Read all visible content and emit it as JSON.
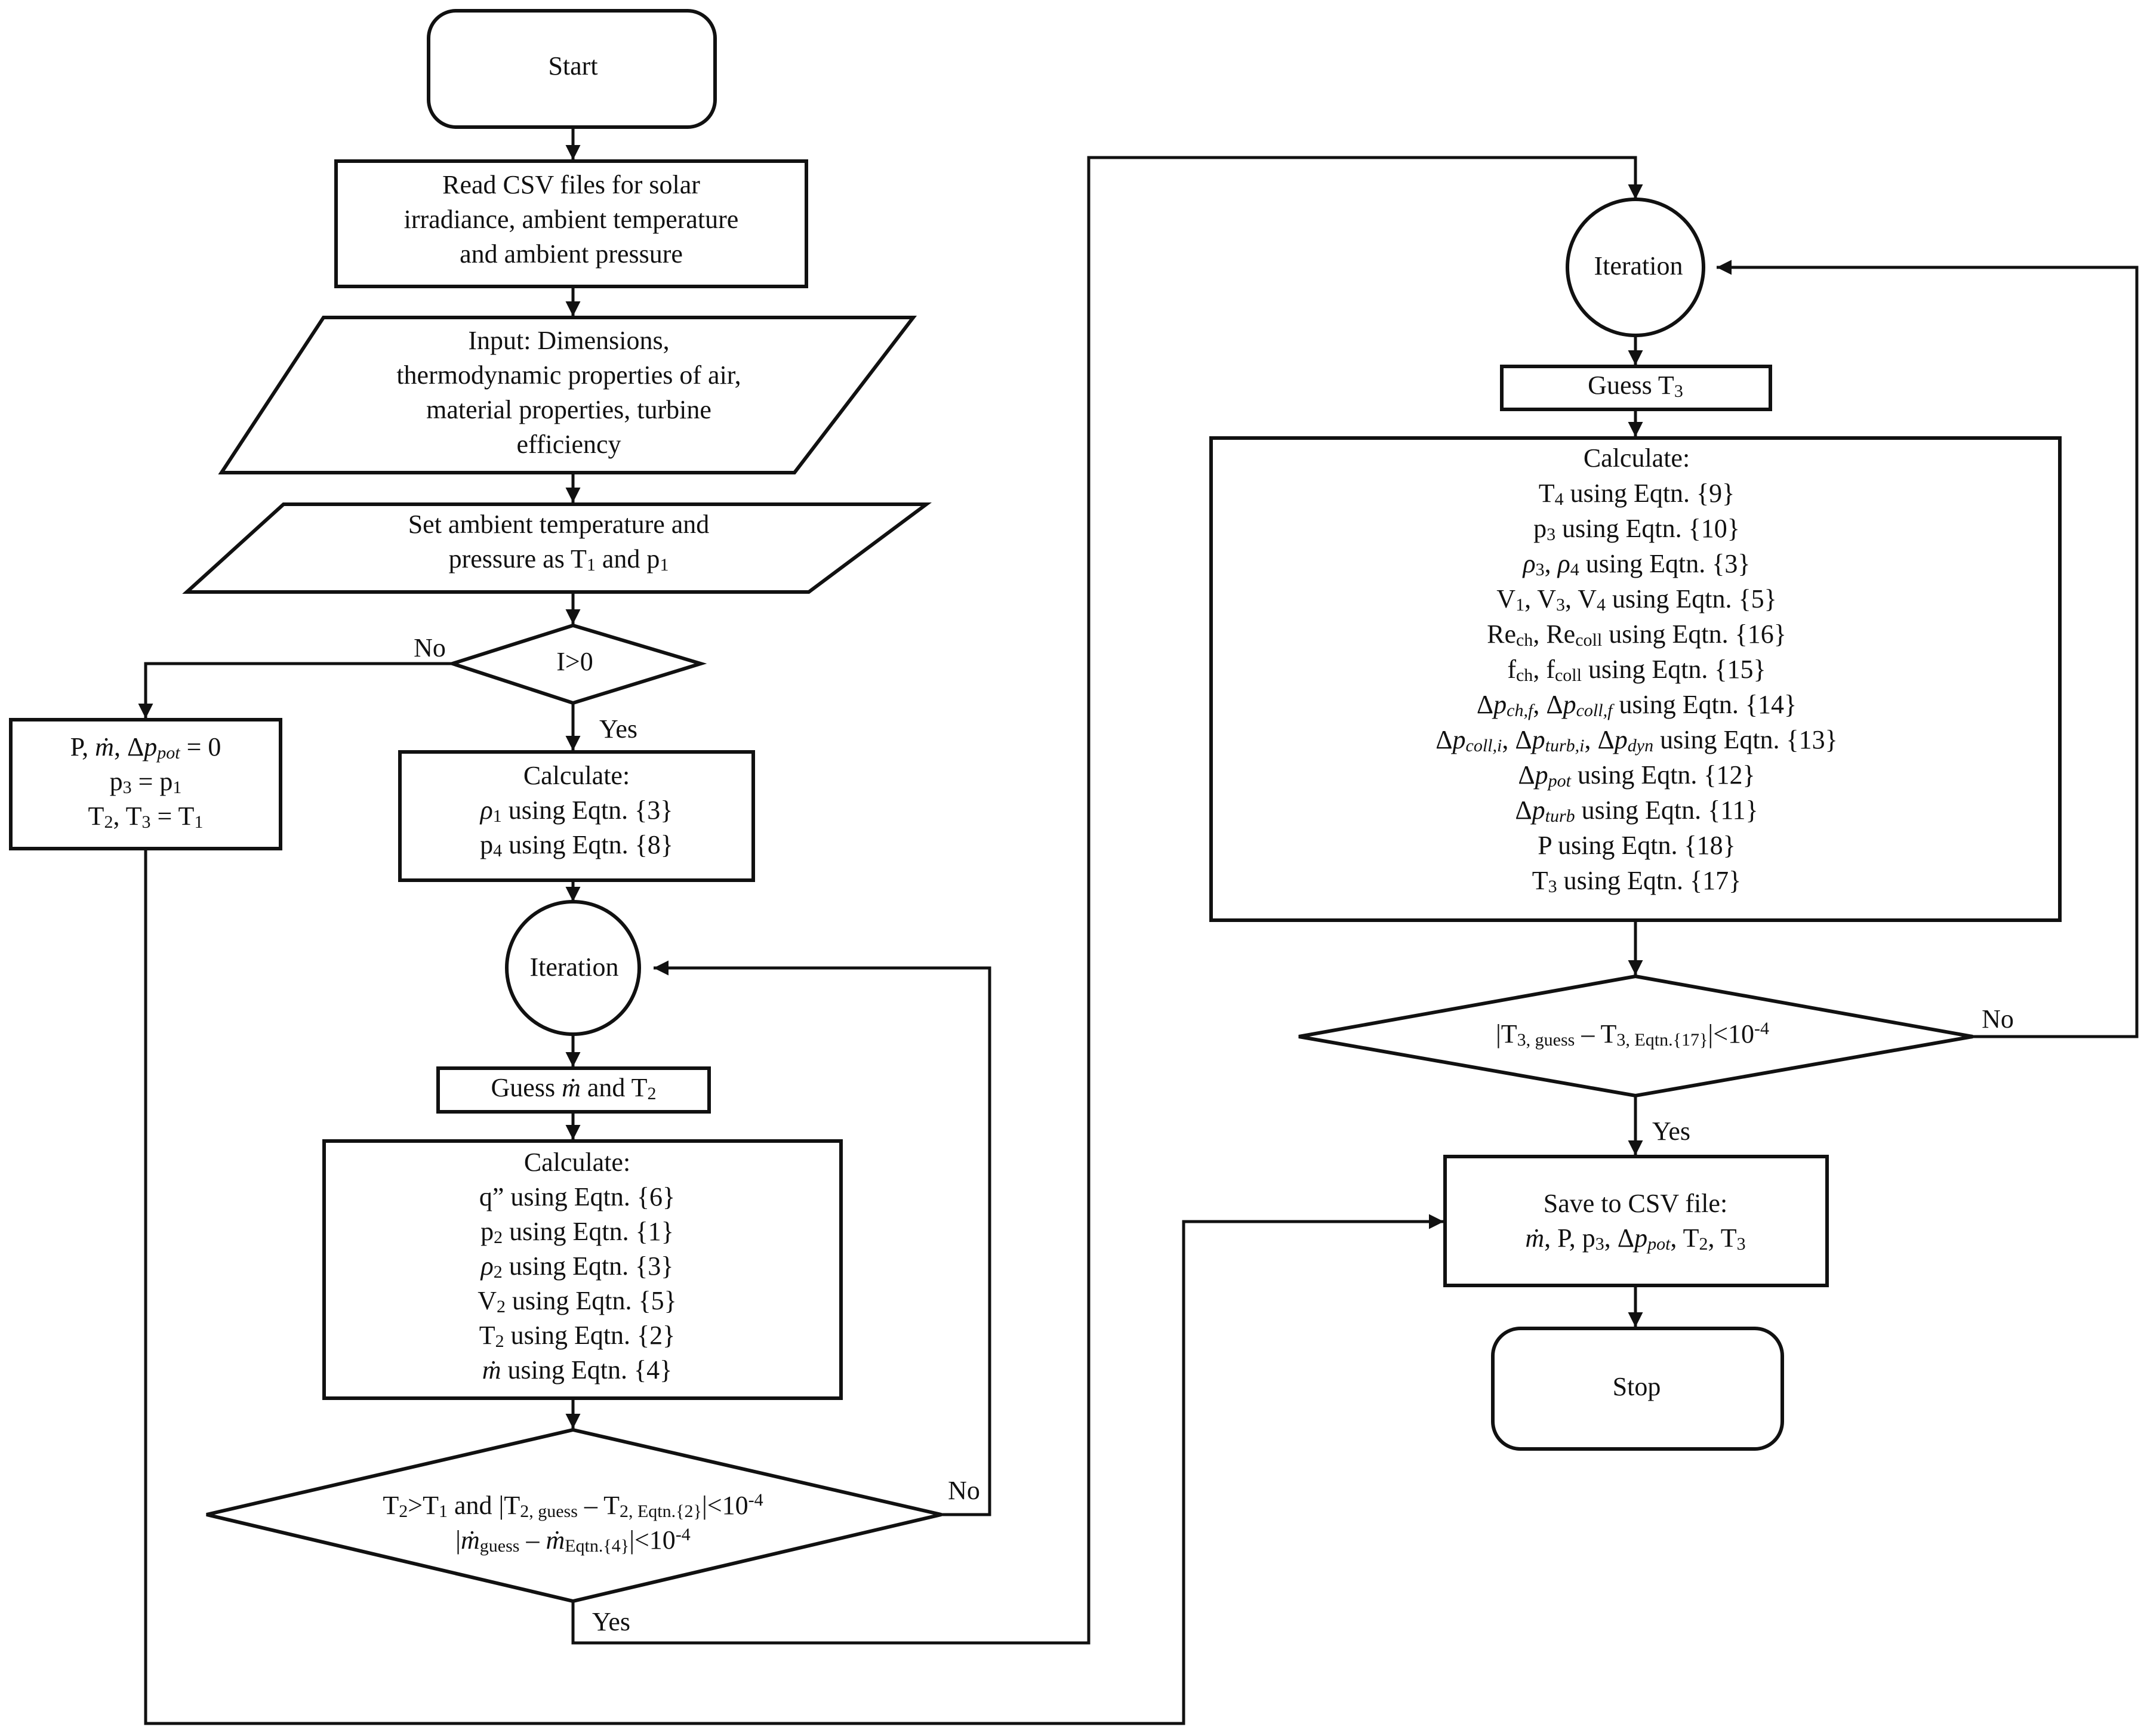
{
  "nodes": {
    "start": {
      "text": "Start"
    },
    "read_csv": {
      "lines": [
        [
          {
            "t": "Read CSV files for solar"
          }
        ],
        [
          {
            "t": "irradiance, ambient temperature"
          }
        ],
        [
          {
            "t": "and ambient pressure"
          }
        ]
      ]
    },
    "input": {
      "lines": [
        [
          {
            "t": "Input: Dimensions,"
          }
        ],
        [
          {
            "t": "thermodynamic properties of air,"
          }
        ],
        [
          {
            "t": "material properties, turbine"
          }
        ],
        [
          {
            "t": "efficiency"
          }
        ]
      ]
    },
    "set_ambient": {
      "lines": [
        [
          {
            "t": "Set ambient temperature and"
          }
        ],
        [
          {
            "t": "pressure as T"
          },
          {
            "t": "1",
            "s": "sub"
          },
          {
            "t": " and p"
          },
          {
            "t": "1",
            "s": "sub"
          }
        ]
      ]
    },
    "decision_i": {
      "text": "I>0"
    },
    "no_irradiance": {
      "lines": [
        [
          {
            "t": "P, "
          },
          {
            "t": "ṁ",
            "s": "it"
          },
          {
            "t": ", Δ"
          },
          {
            "t": "p",
            "s": "it"
          },
          {
            "t": "pot",
            "s": "itsub"
          },
          {
            "t": " = 0"
          }
        ],
        [
          {
            "t": "p"
          },
          {
            "t": "3",
            "s": "sub"
          },
          {
            "t": " = p"
          },
          {
            "t": "1",
            "s": "sub"
          }
        ],
        [
          {
            "t": "T"
          },
          {
            "t": "2",
            "s": "sub"
          },
          {
            "t": ", T"
          },
          {
            "t": "3",
            "s": "sub"
          },
          {
            "t": " = T"
          },
          {
            "t": "1",
            "s": "sub"
          }
        ]
      ]
    },
    "calc_initial": {
      "lines": [
        [
          {
            "t": "Calculate:"
          }
        ],
        [
          {
            "t": "ρ",
            "s": "it"
          },
          {
            "t": "1",
            "s": "sub"
          },
          {
            "t": " using Eqtn. {3}"
          }
        ],
        [
          {
            "t": "p"
          },
          {
            "t": "4",
            "s": "sub"
          },
          {
            "t": " using Eqtn. {8}"
          }
        ]
      ]
    },
    "iteration_left": {
      "text": "Iteration"
    },
    "guess_m_t2": {
      "lines": [
        [
          {
            "t": "Guess "
          },
          {
            "t": "ṁ",
            "s": "it"
          },
          {
            "t": " and T"
          },
          {
            "t": "2",
            "s": "sub"
          }
        ]
      ]
    },
    "calc_left": {
      "lines": [
        [
          {
            "t": "Calculate:"
          }
        ],
        [
          {
            "t": "q” using Eqtn. {6}"
          }
        ],
        [
          {
            "t": "p"
          },
          {
            "t": "2",
            "s": "sub"
          },
          {
            "t": " using Eqtn. {1}"
          }
        ],
        [
          {
            "t": "ρ",
            "s": "it"
          },
          {
            "t": "2",
            "s": "sub"
          },
          {
            "t": " using Eqtn. {3}"
          }
        ],
        [
          {
            "t": "V"
          },
          {
            "t": "2",
            "s": "sub"
          },
          {
            "t": " using Eqtn. {5}"
          }
        ],
        [
          {
            "t": "T"
          },
          {
            "t": "2",
            "s": "sub"
          },
          {
            "t": " using Eqtn. {2}"
          }
        ],
        [
          {
            "t": "ṁ",
            "s": "it"
          },
          {
            "t": " using Eqtn. {4}"
          }
        ]
      ]
    },
    "decision_left": {
      "lines": [
        [
          {
            "t": "T"
          },
          {
            "t": "2",
            "s": "sub"
          },
          {
            "t": ">T"
          },
          {
            "t": "1",
            "s": "sub"
          },
          {
            "t": " and |T"
          },
          {
            "t": "2, guess",
            "s": "sub"
          },
          {
            "t": " – T"
          },
          {
            "t": "2, Eqtn.{2}",
            "s": "sub"
          },
          {
            "t": "|<10"
          },
          {
            "t": "-4",
            "s": "sup"
          }
        ],
        [
          {
            "t": "|"
          },
          {
            "t": "ṁ",
            "s": "it"
          },
          {
            "t": "guess",
            "s": "sub"
          },
          {
            "t": " – "
          },
          {
            "t": "ṁ",
            "s": "it"
          },
          {
            "t": "Eqtn.{4}",
            "s": "sub"
          },
          {
            "t": "|<10"
          },
          {
            "t": "-4",
            "s": "sup"
          }
        ]
      ]
    },
    "iteration_right": {
      "text": "Iteration"
    },
    "guess_t3": {
      "lines": [
        [
          {
            "t": "Guess T"
          },
          {
            "t": "3",
            "s": "sub"
          }
        ]
      ]
    },
    "calc_right": {
      "lines": [
        [
          {
            "t": "Calculate:"
          }
        ],
        [
          {
            "t": "T"
          },
          {
            "t": "4",
            "s": "sub"
          },
          {
            "t": " using Eqtn. {9}"
          }
        ],
        [
          {
            "t": "p"
          },
          {
            "t": "3",
            "s": "sub"
          },
          {
            "t": " using Eqtn. {10}"
          }
        ],
        [
          {
            "t": "ρ",
            "s": "it"
          },
          {
            "t": "3",
            "s": "sub"
          },
          {
            "t": ", "
          },
          {
            "t": "ρ",
            "s": "it"
          },
          {
            "t": "4",
            "s": "sub"
          },
          {
            "t": " using Eqtn. {3}"
          }
        ],
        [
          {
            "t": "V"
          },
          {
            "t": "1",
            "s": "sub"
          },
          {
            "t": ", V"
          },
          {
            "t": "3",
            "s": "sub"
          },
          {
            "t": ", V"
          },
          {
            "t": "4",
            "s": "sub"
          },
          {
            "t": " using Eqtn. {5}"
          }
        ],
        [
          {
            "t": "Re"
          },
          {
            "t": "ch",
            "s": "sub"
          },
          {
            "t": ", Re"
          },
          {
            "t": "coll",
            "s": "sub"
          },
          {
            "t": " using Eqtn. {16}"
          }
        ],
        [
          {
            "t": "f"
          },
          {
            "t": "ch",
            "s": "sub"
          },
          {
            "t": ", f"
          },
          {
            "t": "coll",
            "s": "sub"
          },
          {
            "t": " using Eqtn. {15}"
          }
        ],
        [
          {
            "t": "Δ"
          },
          {
            "t": "p",
            "s": "it"
          },
          {
            "t": "ch,f",
            "s": "itsub"
          },
          {
            "t": ", Δ"
          },
          {
            "t": "p",
            "s": "it"
          },
          {
            "t": "coll,f",
            "s": "itsub"
          },
          {
            "t": " using Eqtn. {14}"
          }
        ],
        [
          {
            "t": "Δ"
          },
          {
            "t": "p",
            "s": "it"
          },
          {
            "t": "coll,i",
            "s": "itsub"
          },
          {
            "t": ", Δ"
          },
          {
            "t": "p",
            "s": "it"
          },
          {
            "t": "turb,i",
            "s": "itsub"
          },
          {
            "t": ", Δ"
          },
          {
            "t": "p",
            "s": "it"
          },
          {
            "t": "dyn",
            "s": "itsub"
          },
          {
            "t": " using Eqtn. {13}"
          }
        ],
        [
          {
            "t": "Δ"
          },
          {
            "t": "p",
            "s": "it"
          },
          {
            "t": "pot",
            "s": "itsub"
          },
          {
            "t": " using Eqtn. {12}"
          }
        ],
        [
          {
            "t": "Δ"
          },
          {
            "t": "p",
            "s": "it"
          },
          {
            "t": "turb",
            "s": "itsub"
          },
          {
            "t": " using Eqtn. {11}"
          }
        ],
        [
          {
            "t": "P using Eqtn. {18}"
          }
        ],
        [
          {
            "t": "T"
          },
          {
            "t": "3",
            "s": "sub"
          },
          {
            "t": " using Eqtn. {17}"
          }
        ]
      ]
    },
    "decision_right": {
      "lines": [
        [
          {
            "t": "|T"
          },
          {
            "t": "3, guess",
            "s": "sub"
          },
          {
            "t": " – T"
          },
          {
            "t": "3, Eqtn.{17}",
            "s": "sub"
          },
          {
            "t": "|<10"
          },
          {
            "t": "-4",
            "s": "sup"
          }
        ]
      ]
    },
    "save_csv": {
      "lines": [
        [
          {
            "t": "Save to CSV file:"
          }
        ],
        [
          {
            "t": "ṁ",
            "s": "it"
          },
          {
            "t": ", P, p"
          },
          {
            "t": "3",
            "s": "sub"
          },
          {
            "t": ", Δ"
          },
          {
            "t": "p",
            "s": "it"
          },
          {
            "t": "pot",
            "s": "itsub"
          },
          {
            "t": ", T"
          },
          {
            "t": "2",
            "s": "sub"
          },
          {
            "t": ", T"
          },
          {
            "t": "3",
            "s": "sub"
          }
        ]
      ]
    },
    "stop": {
      "text": "Stop"
    }
  },
  "edge_labels": {
    "i_no": "No",
    "i_yes": "Yes",
    "left_no": "No",
    "left_yes": "Yes",
    "right_no": "No",
    "right_yes": "Yes"
  }
}
